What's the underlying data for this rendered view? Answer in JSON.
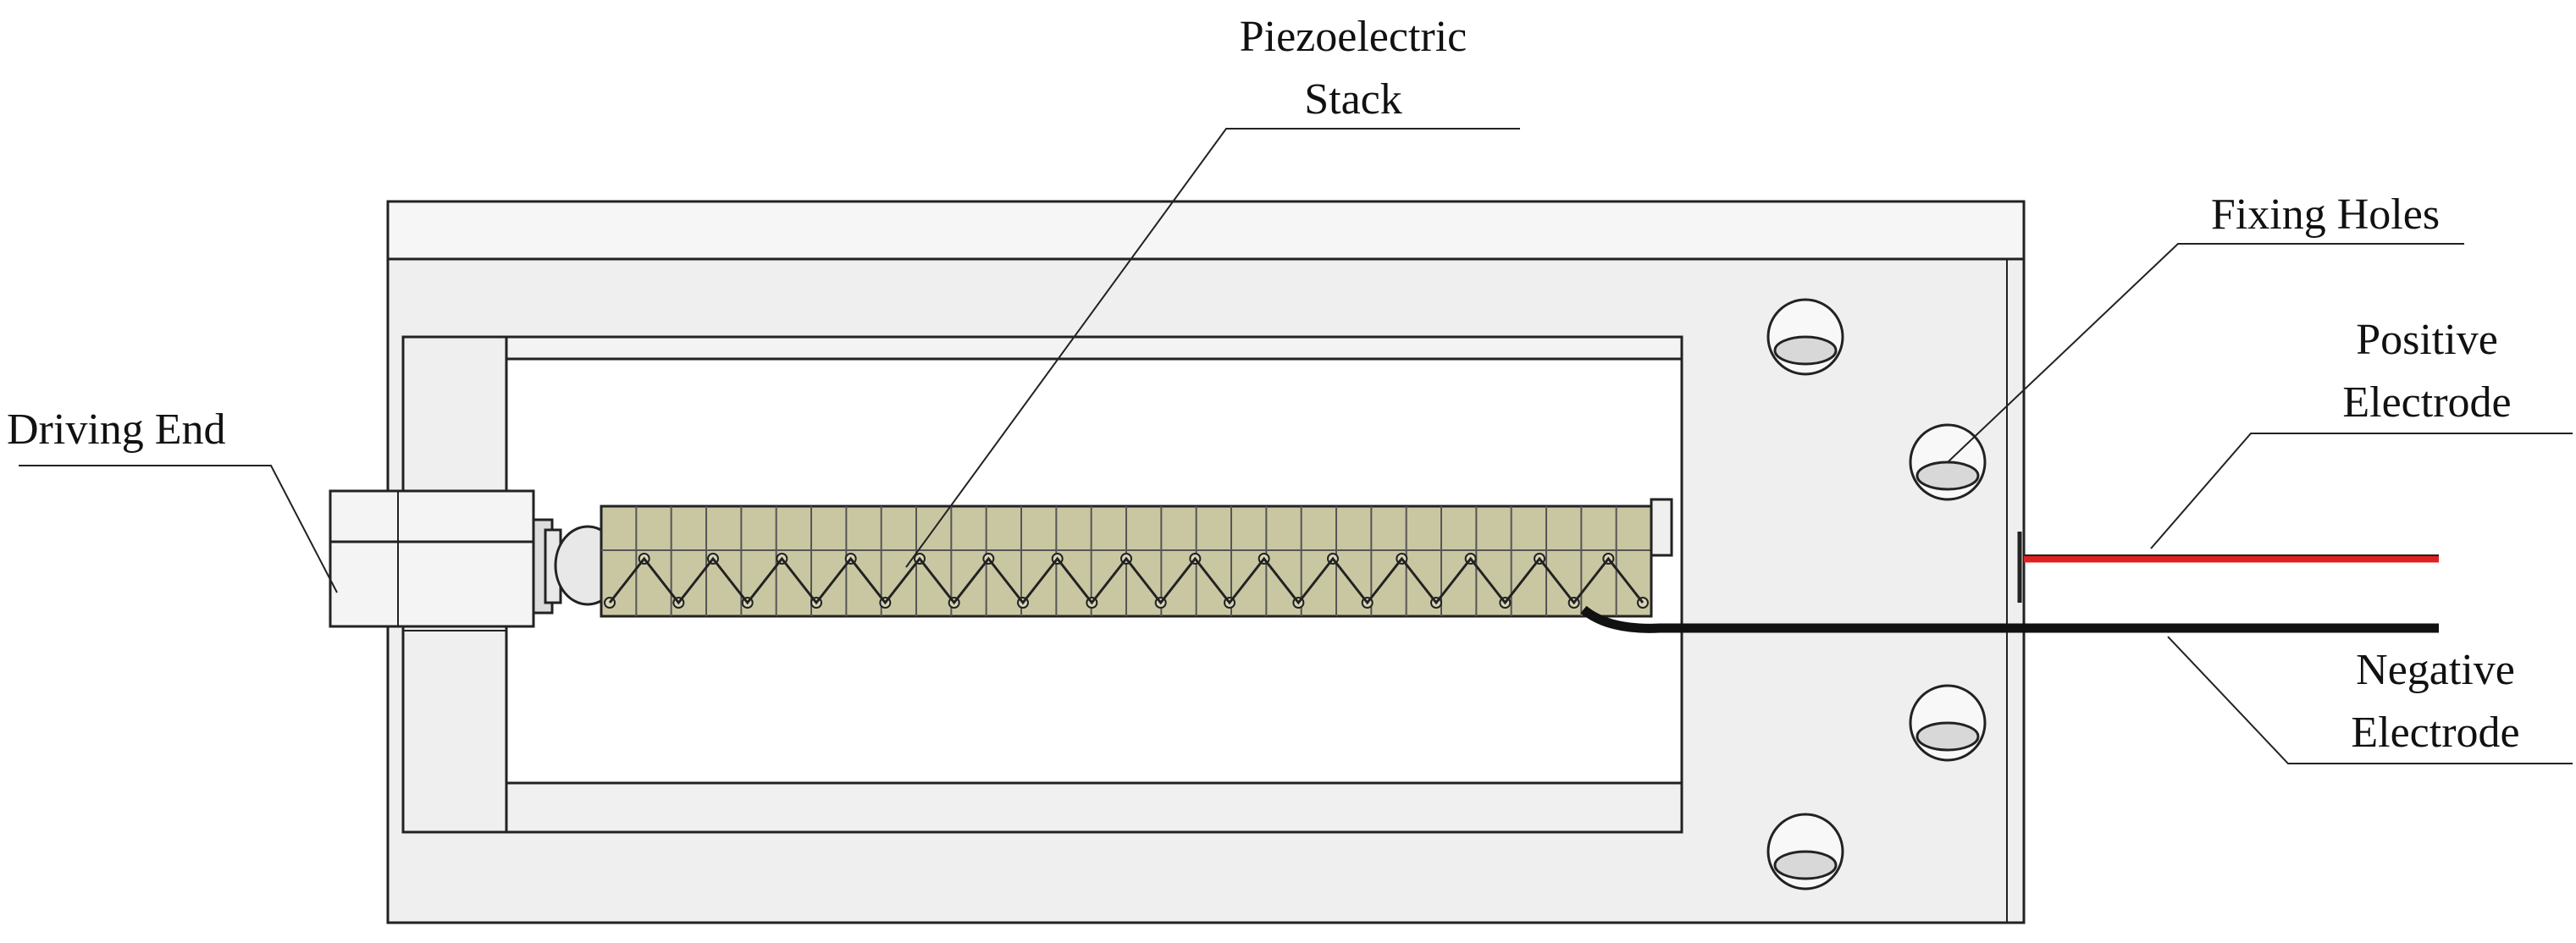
{
  "labels": {
    "piezo_line1": "Piezoelectric",
    "piezo_line2": "Stack",
    "fixing_holes": "Fixing Holes",
    "positive_line1": "Positive",
    "positive_line2": "Electrode",
    "driving_end": "Driving End",
    "negative_line1": "Negative",
    "negative_line2": "Electrode"
  },
  "colors": {
    "frame_fill": "#efefef",
    "frame_stroke": "#222222",
    "stack_fill": "#c9c7a2",
    "positive_wire": "#e02020",
    "negative_wire": "#111111"
  },
  "stack": {
    "segment_count": 30
  }
}
